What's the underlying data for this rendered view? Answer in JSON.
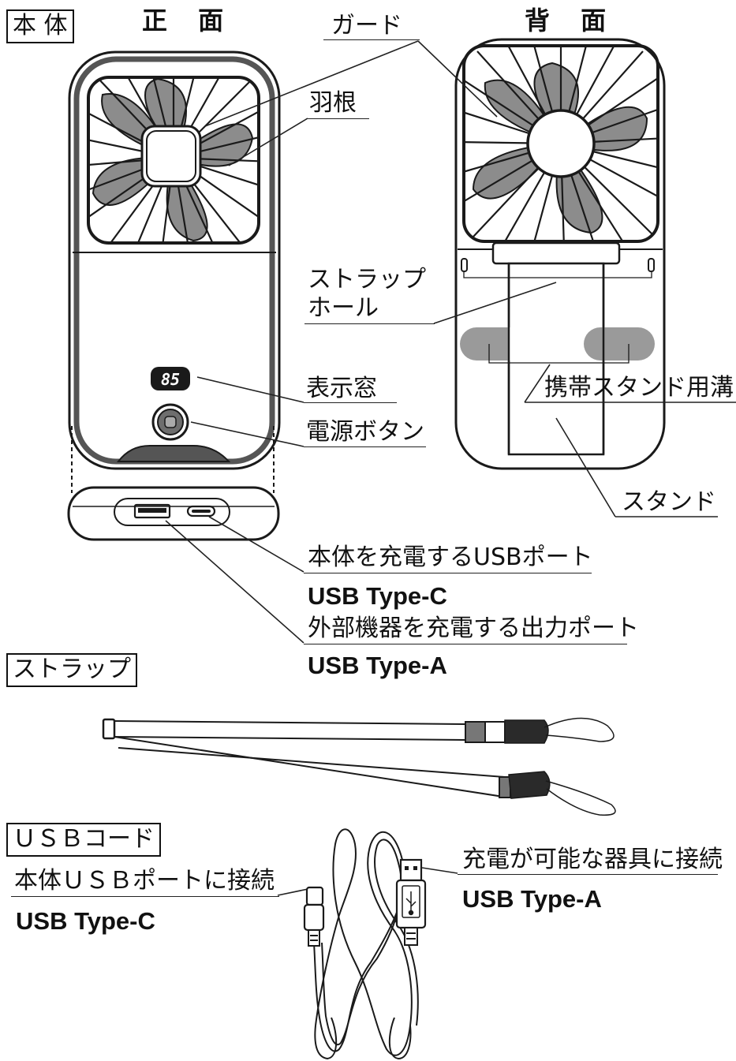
{
  "sections": {
    "body": "本 体",
    "strap": "ストラップ",
    "usb_cord": "ＵＳＢコード"
  },
  "views": {
    "front": "正 面",
    "back": "背 面"
  },
  "labels": {
    "guard": "ガード",
    "blade": "羽根",
    "strap_hole_1": "ストラップ",
    "strap_hole_2": "ホール",
    "display": "表示窓",
    "power": "電源ボタン",
    "stand_groove": "携帯スタンド用溝",
    "stand": "スタンド",
    "charge_port": "本体を充電するUSBポート",
    "type_c": "USB Type-C",
    "output_port": "外部機器を充電する出力ポート",
    "type_a": "USB Type-A",
    "cord_left": "本体ＵＳＢポートに接続",
    "cord_left_type": "USB Type-C",
    "cord_right": "充電が可能な器具に接続",
    "cord_right_type": "USB Type-A"
  },
  "display_value": "85",
  "colors": {
    "line": "#1a1a1a",
    "blade": "#8c8c8c",
    "groove": "#9a9a9a"
  },
  "icons": [
    "usb-symbol-icon"
  ]
}
